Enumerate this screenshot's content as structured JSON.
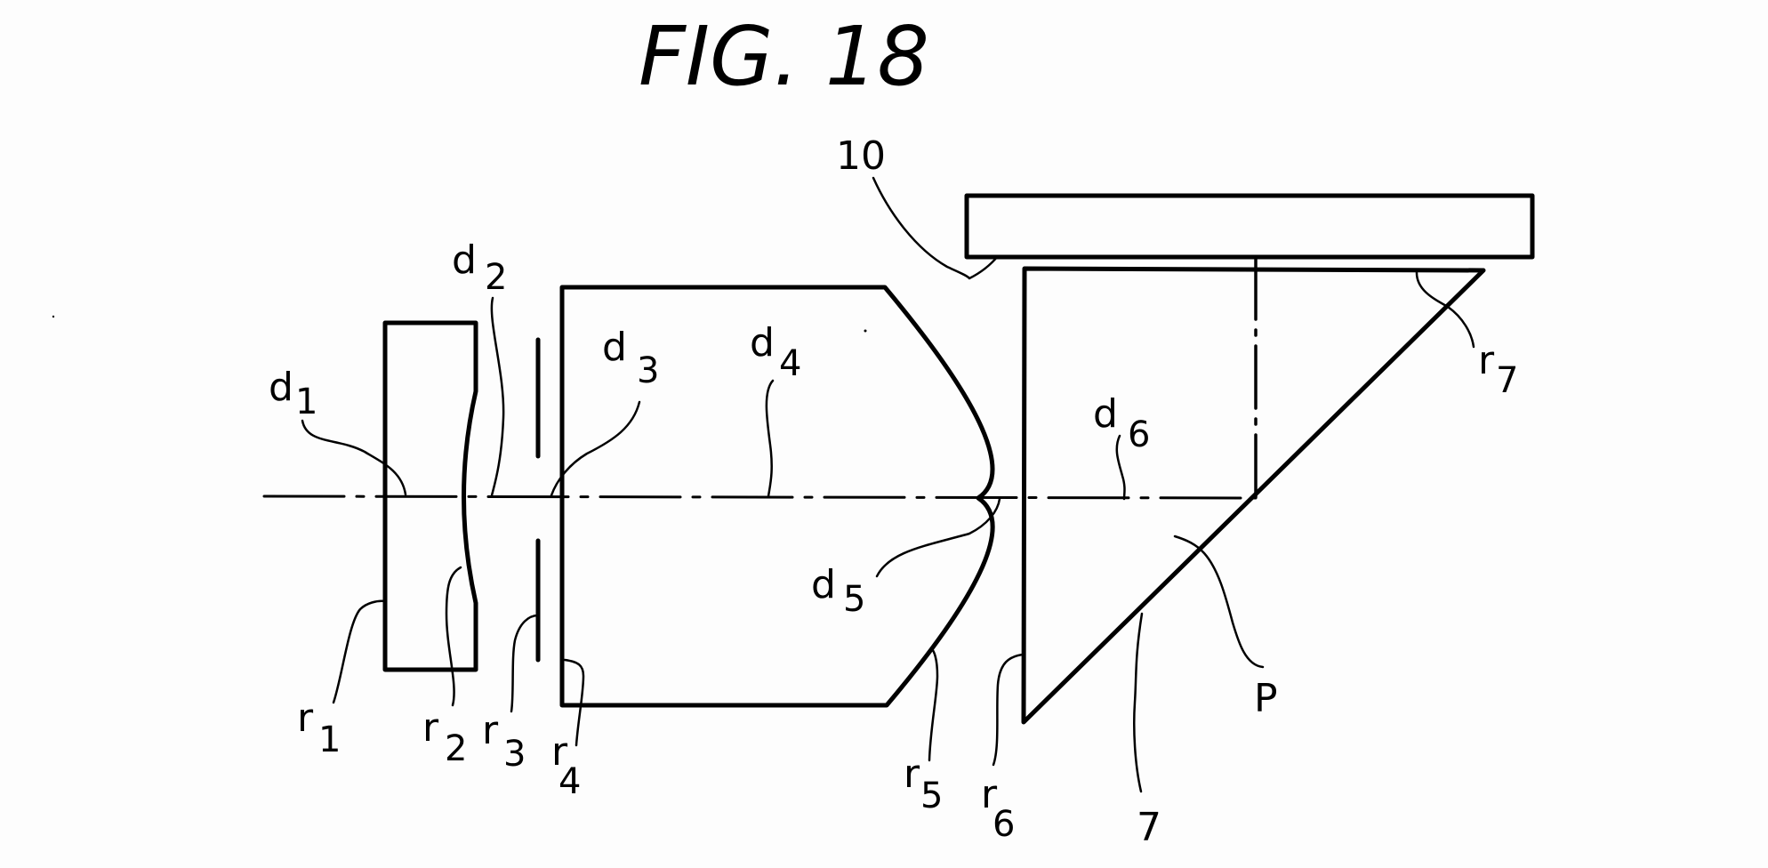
{
  "figure": {
    "title": "FIG. 18",
    "labels": {
      "plate": "10",
      "d1": {
        "main": "d",
        "sub": "1"
      },
      "d2": {
        "main": "d",
        "sub": "2"
      },
      "d3": {
        "main": "d",
        "sub": "3"
      },
      "d4": {
        "main": "d",
        "sub": "4"
      },
      "d5": {
        "main": "d",
        "sub": "5"
      },
      "d6": {
        "main": "d",
        "sub": "6"
      },
      "r1": {
        "main": "r",
        "sub": "1"
      },
      "r2": {
        "main": "r",
        "sub": "2"
      },
      "r3": {
        "main": "r",
        "sub": "3"
      },
      "r4": {
        "main": "r",
        "sub": "4"
      },
      "r5": {
        "main": "r",
        "sub": "5"
      },
      "r6": {
        "main": "r",
        "sub": "6"
      },
      "r7": {
        "main": "r",
        "sub": "7"
      },
      "prism_ref": "7",
      "point_p": "P"
    },
    "colors": {
      "ink": "#000000",
      "paper": "#fdfdfd"
    }
  }
}
